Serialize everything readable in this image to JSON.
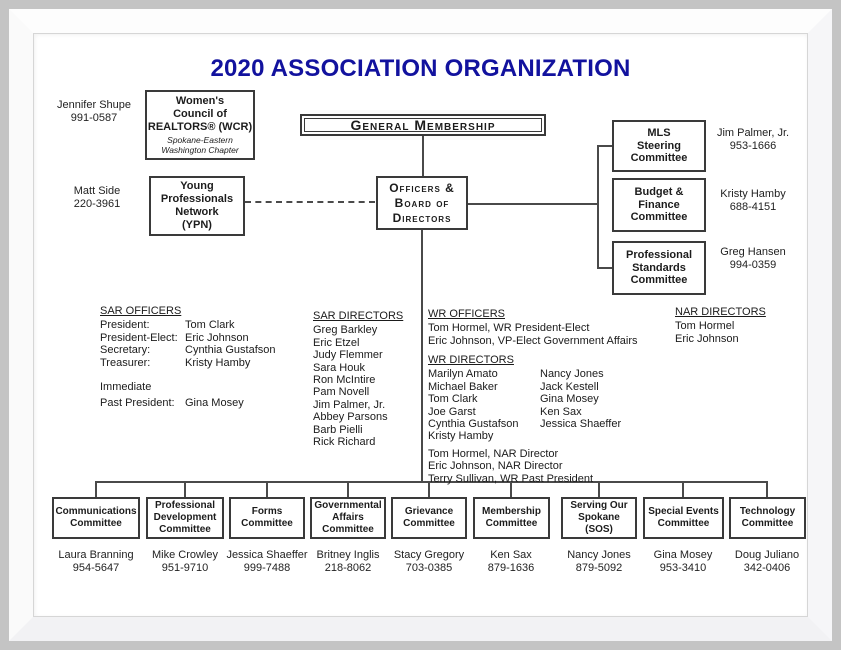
{
  "colors": {
    "title": "#12129E",
    "line": "#4a4a4a",
    "box_border": "#3a3a3a",
    "page_bg": "#ffffff",
    "mat_bg": "#c4c4c4"
  },
  "title": "2020 ASSOCIATION ORGANIZATION",
  "top": {
    "wcr": {
      "name": "Women's\nCouncil of\nREALTORS® (WCR)",
      "chapter": "Spokane-Eastern\nWashington Chapter",
      "contact": "Jennifer Shupe\n991-0587"
    },
    "general_membership": {
      "label": "General Membership"
    },
    "ypn": {
      "name": "Young\nProfessionals\nNetwork\n(YPN)",
      "contact": "Matt Side\n220-3961"
    },
    "officers_board": {
      "label": "Officers & Board of Directors"
    }
  },
  "right_committees": [
    {
      "name": "MLS\nSteering\nCommittee",
      "contact": "Jim Palmer, Jr.\n953-1666"
    },
    {
      "name": "Budget &\nFinance\nCommittee",
      "contact": "Kristy Hamby\n688-4151"
    },
    {
      "name": "Professional\nStandards\nCommittee",
      "contact": "Greg Hansen\n994-0359"
    }
  ],
  "rosters": {
    "sar_officers": {
      "heading": "SAR OFFICERS",
      "rows": [
        {
          "label": "President:",
          "value": "Tom Clark"
        },
        {
          "label": "President-Elect:",
          "value": "Eric Johnson"
        },
        {
          "label": "Secretary:",
          "value": "Cynthia Gustafson"
        },
        {
          "label": "Treasurer:",
          "value": "Kristy Hamby"
        },
        {
          "label": "",
          "value": ""
        },
        {
          "label": "Immediate",
          "value": ""
        },
        {
          "label": "Past President:",
          "value": "Gina Mosey"
        }
      ]
    },
    "sar_directors": {
      "heading": "SAR DIRECTORS",
      "names": [
        "Greg Barkley",
        "Eric Etzel",
        "Judy Flemmer",
        "Sara Houk",
        "Ron McIntire",
        "Pam Novell",
        "Jim Palmer, Jr.",
        "Abbey Parsons",
        "Barb Pielli",
        "Rick Richard"
      ]
    },
    "wr_officers": {
      "heading": "WR OFFICERS",
      "lines": [
        "Tom Hormel, WR President-Elect",
        "Eric Johnson, VP-Elect Government Affairs"
      ]
    },
    "wr_directors": {
      "heading": "WR DIRECTORS",
      "col1": [
        "Marilyn Amato",
        "Michael Baker",
        "Tom Clark",
        "Joe Garst",
        "Cynthia Gustafson",
        "Kristy Hamby"
      ],
      "col2": [
        "Nancy Jones",
        "Jack Kestell",
        "Gina Mosey",
        "Ken Sax",
        "Jessica Shaeffer"
      ],
      "extra": [
        "Tom Hormel, NAR Director",
        "Eric Johnson, NAR Director",
        "Terry Sullivan, WR Past President"
      ]
    },
    "nar_directors": {
      "heading": "NAR DIRECTORS",
      "names": [
        "Tom Hormel",
        "Eric Johnson"
      ]
    }
  },
  "bottom_committees": [
    {
      "name": "Communications\nCommittee",
      "contact": "Laura Branning\n954-5647"
    },
    {
      "name": "Professional\nDevelopment\nCommittee",
      "contact": "Mike Crowley\n951-9710"
    },
    {
      "name": "Forms\nCommittee",
      "contact": "Jessica Shaeffer\n999-7488"
    },
    {
      "name": "Governmental\nAffairs\nCommittee",
      "contact": "Britney Inglis\n218-8062"
    },
    {
      "name": "Grievance\nCommittee",
      "contact": "Stacy Gregory\n703-0385"
    },
    {
      "name": "Membership\nCommittee",
      "contact": "Ken Sax\n879-1636"
    },
    {
      "name": "Serving Our\nSpokane\n(SOS)",
      "contact": "Nancy Jones\n879-5092"
    },
    {
      "name": "Special Events\nCommittee",
      "contact": "Gina Mosey\n953-3410"
    },
    {
      "name": "Technology\nCommittee",
      "contact": "Doug Juliano\n342-0406"
    }
  ]
}
